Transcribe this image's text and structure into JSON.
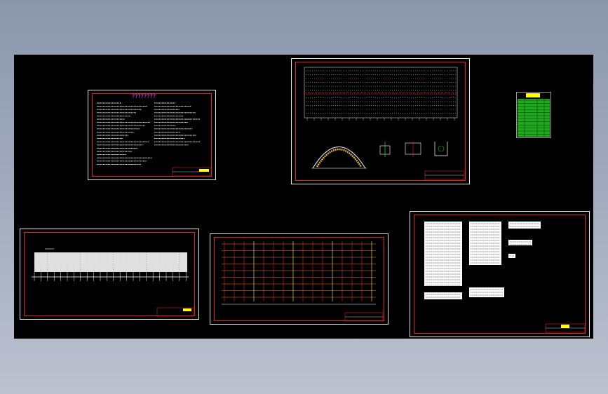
{
  "app": {
    "background_color": "#000000",
    "sheet_border_color": "#ffffff",
    "frame_color": "#e1201f"
  },
  "sheets": [
    {
      "name": "design-notes",
      "title_text": "????????",
      "title_color": "#ff33ff"
    },
    {
      "name": "tunnel-profile-plan"
    },
    {
      "name": "quantity-table",
      "accent_color": "#22c822"
    },
    {
      "name": "longitudinal-section"
    },
    {
      "name": "grid-layout"
    },
    {
      "name": "material-tables"
    }
  ]
}
